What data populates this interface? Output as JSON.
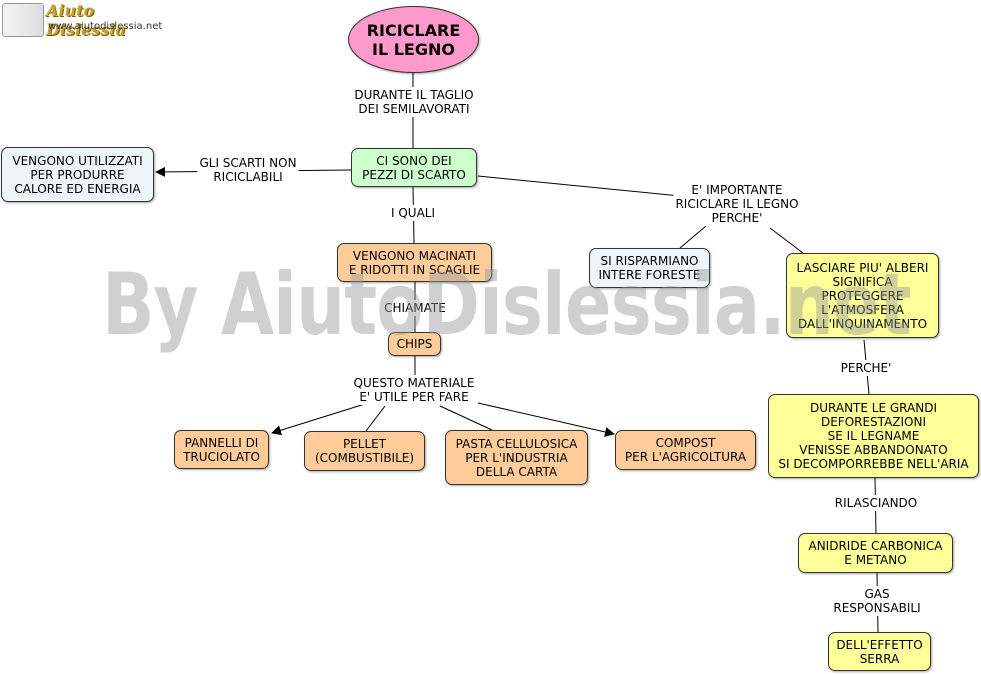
{
  "logo": {
    "title": "Aiuto Dislessia",
    "url": "www.aiutodislessia.net"
  },
  "watermark": "By AiutoDislessia.net",
  "nodes": {
    "title": "RICICLARE\nIL LEGNO",
    "pezzi": "CI SONO DEI\nPEZZI DI SCARTO",
    "calore": "VENGONO UTILIZZATI\nPER PRODURRE\nCALORE ED ENERGIA",
    "macinati": "VENGONO MACINATI\nE RIDOTTI IN SCAGLIE",
    "chips": "CHIPS",
    "pannelli": "PANNELLI DI\nTRUCIOLATO",
    "pellet": "PELLET\n(COMBUSTIBILE)",
    "pasta": "PASTA CELLULOSICA\nPER L'INDUSTRIA\nDELLA CARTA",
    "compost": "COMPOST\nPER L'AGRICOLTURA",
    "foreste": "SI RISPARMIANO\nINTERE FORESTE",
    "alberi": "LASCIARE PIU' ALBERI\nSIGNIFICA\nPROTEGGERE\nL'ATMOSFERA\nDALL'INQUINAMENTO",
    "deforestazioni": "DURANTE LE GRANDI\nDEFORESTAZIONI\nSE IL LEGNAME\nVENISSE ABBANDONATO\nSI DECOMPORREBBE NELL'ARIA",
    "anidride": "ANIDRIDE CARBONICA\nE METANO",
    "serra": "DELL'EFFETTO\nSERRA"
  },
  "labels": {
    "taglio": "DURANTE IL TAGLIO\nDEI SEMILAVORATI",
    "scarti": "GLI SCARTI NON\nRICICLABILI",
    "quali": "I QUALI",
    "importante": "E' IMPORTANTE\nRICICLARE IL LEGNO\nPERCHE'",
    "chiamate": "CHIAMATE",
    "materiale": "QUESTO MATERIALE\nE' UTILE PER FARE",
    "perche": "PERCHE'",
    "rilasciando": "RILASCIANDO",
    "gas": "GAS RESPONSABILI"
  },
  "colors": {
    "line": "#000000",
    "green": "#ccffcc",
    "orange": "#ffcc99",
    "yellow": "#ffff99",
    "pink": "#ff99cc",
    "blue": "#eef5f7"
  }
}
